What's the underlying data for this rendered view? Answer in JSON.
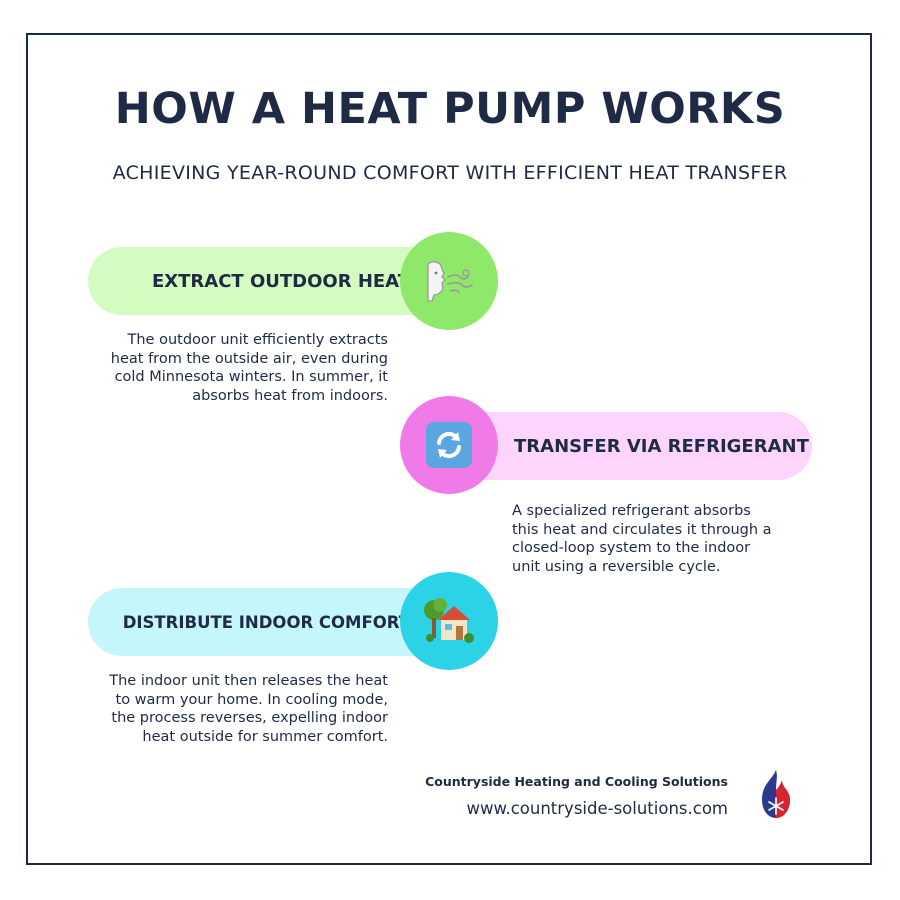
{
  "title": "HOW A HEAT PUMP WORKS",
  "subtitle": "ACHIEVING YEAR-ROUND COMFORT WITH EFFICIENT HEAT TRANSFER",
  "steps": [
    {
      "label": "EXTRACT OUTDOOR HEAT",
      "icon": "wind-face-icon",
      "pill_color": "#d4fbc0",
      "circle_color": "#8fe86a",
      "description": [
        "The outdoor unit efficiently extracts",
        "heat from the outside air, even during",
        "cold Minnesota winters. In summer, it",
        "absorbs heat from indoors."
      ]
    },
    {
      "label": "TRANSFER VIA REFRIGERANT",
      "icon": "refresh-arrows-icon",
      "pill_color": "#fdd4fb",
      "circle_color": "#f07ae8",
      "description": [
        "A specialized refrigerant absorbs",
        "this heat and circulates it through a",
        "closed-loop system to the indoor",
        "unit using a reversible cycle."
      ]
    },
    {
      "label": "DISTRIBUTE INDOOR COMFORT",
      "icon": "house-with-garden-icon",
      "pill_color": "#c4f6fc",
      "circle_color": "#2cd3e6",
      "description": [
        "The indoor unit then releases the heat",
        "to warm your home. In cooling mode,",
        "the process reverses, expelling indoor",
        "heat outside for summer comfort."
      ]
    }
  ],
  "footer": {
    "company": "Countryside Heating and Cooling Solutions",
    "url": "www.countryside-solutions.com",
    "logo_icon": "flame-snowflake-logo"
  },
  "colors": {
    "navy": "#1f2a44",
    "logo_blue": "#2b3a8f",
    "logo_red": "#d8242f"
  }
}
